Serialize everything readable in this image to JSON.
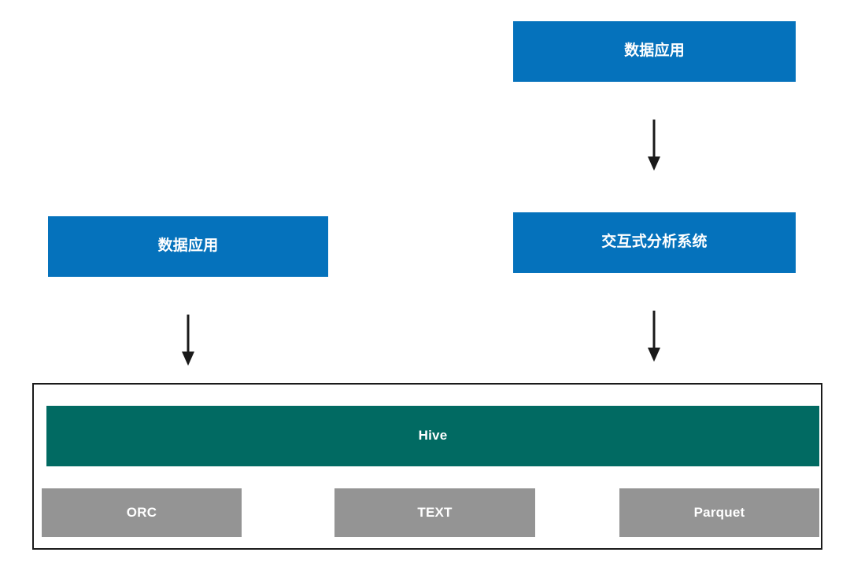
{
  "diagram": {
    "title": "Hive storage architecture diagram",
    "background_color": "#ffffff",
    "colors": {
      "blue": "#0572bc",
      "teal": "#016a62",
      "gray": "#949494",
      "border": "#1a1a1a",
      "arrow": "#1a1a1a",
      "label": "#ffffff"
    },
    "nodes": {
      "app_top": {
        "label": "数据应用",
        "color": "#0572bc"
      },
      "analytics": {
        "label": "交互式分析系统",
        "color": "#0572bc"
      },
      "app_left": {
        "label": "数据应用",
        "color": "#0572bc"
      },
      "hive": {
        "label": "Hive",
        "color": "#016a62"
      }
    },
    "formats": [
      {
        "label": "ORC",
        "color": "#949494"
      },
      {
        "label": "TEXT",
        "color": "#949494"
      },
      {
        "label": "Parquet",
        "color": "#949494"
      }
    ],
    "arrows": [
      {
        "name": "app-top-to-analytics",
        "direction": "down",
        "from": "数据应用",
        "to": "交互式分析系统"
      },
      {
        "name": "analytics-to-storage",
        "direction": "down",
        "from": "交互式分析系统",
        "to": "Hive"
      },
      {
        "name": "app-left-to-storage",
        "direction": "down",
        "from": "数据应用",
        "to": "Hive"
      }
    ]
  }
}
